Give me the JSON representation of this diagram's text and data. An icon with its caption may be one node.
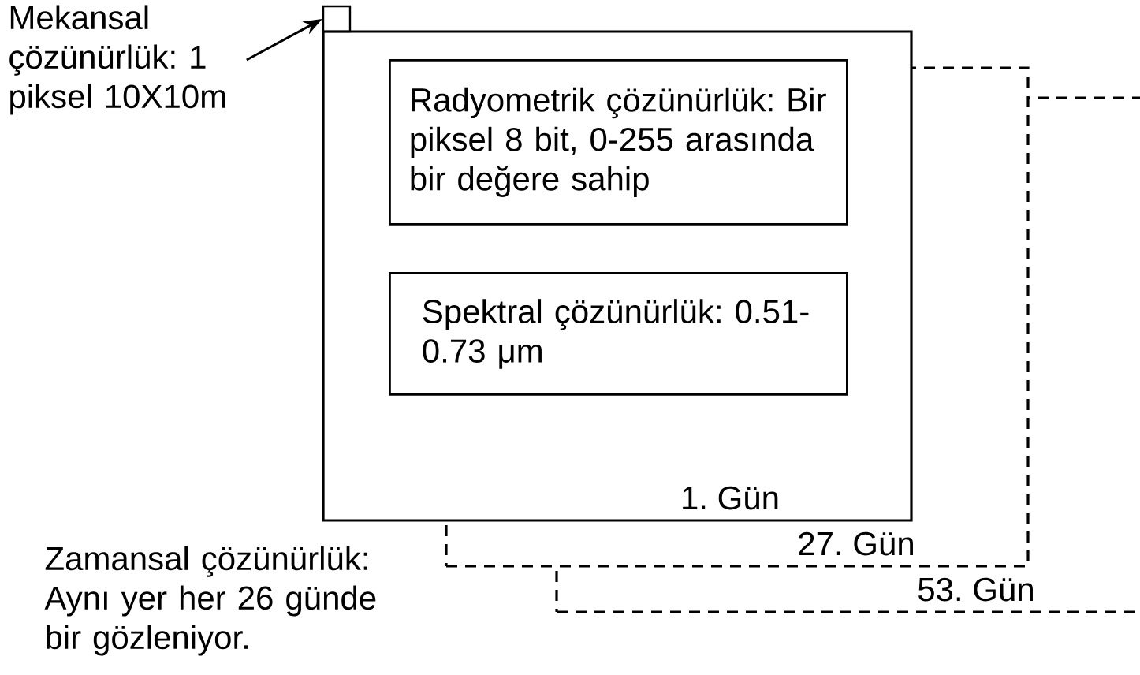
{
  "diagram": {
    "nodes": [
      {
        "text": [
          "Mekansal çözünürlük: 1 piksel 10X10m"
        ]
      },
      {
        "text": [],
        "shape": "box"
      },
      {
        "text": [
          "1. Gün"
        ]
      },
      {
        "text": [
          "Radyometrik çözünürlük: Bir piksel 8 bit, 0-255 arasında bir değere sahip"
        ],
        "in": 2
      },
      {
        "text": [
          "Spektral çözünürlük: 0.51-0.73 μm"
        ],
        "in": 2
      },
      {
        "text": [
          "27. Gün"
        ]
      },
      {
        "text": [
          "53. Gün"
        ]
      }
    ],
    "edges": [
      {
        "from": 0,
        "to": 1,
        "arrow": "to"
      }
    ],
    "labels": [
      "Zamansal çözünürlük: Aynı yer her 26 günde bir gözleniyor."
    ]
  }
}
